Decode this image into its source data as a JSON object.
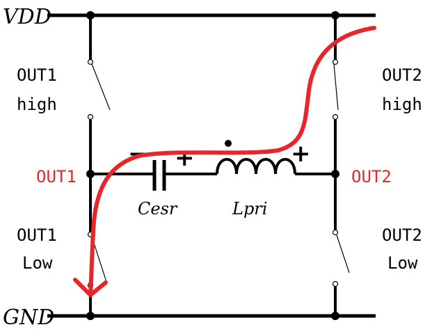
{
  "rails": {
    "vdd": "VDD",
    "gnd": "GND"
  },
  "switches": {
    "out1_high": [
      "OUT1",
      "high"
    ],
    "out2_high": [
      "OUT2",
      "high"
    ],
    "out1_low": [
      "OUT1",
      "Low"
    ],
    "out2_low": [
      "OUT2",
      "Low"
    ]
  },
  "nodes": {
    "out1": "OUT1",
    "out2": "OUT2"
  },
  "components": {
    "capacitor": "Cesr",
    "inductor": "Lpri"
  },
  "polarity": {
    "cap_neg": "−",
    "cap_pos": "+",
    "ind_neg": "−",
    "ind_pos": "+"
  },
  "colors": {
    "wire": "#000000",
    "current_path": "#e8252a",
    "node_label": "#e8252a"
  }
}
